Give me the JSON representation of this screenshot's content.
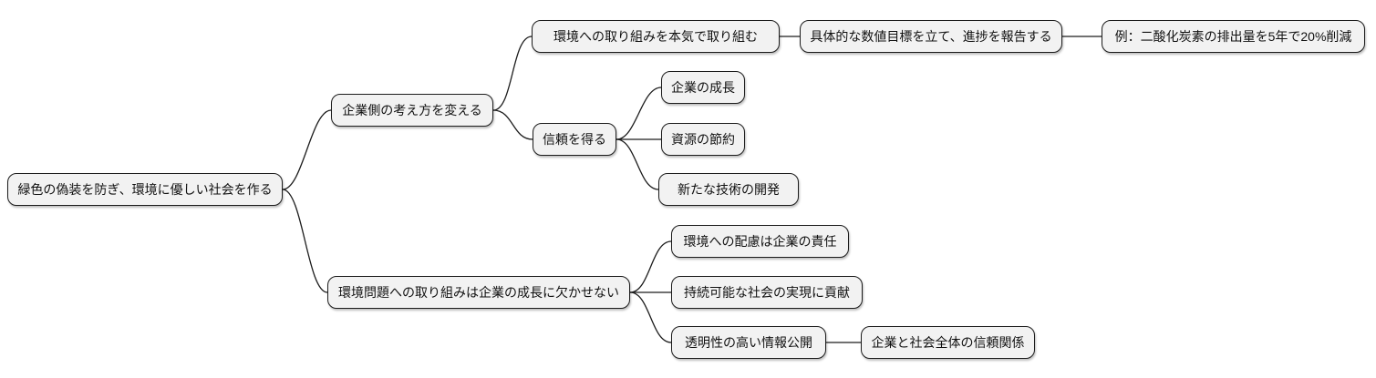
{
  "diagram": {
    "type": "mindmap",
    "direction": "left-to-right"
  },
  "colors": {
    "background": "#ffffff",
    "node_fill": "#f2f2f2",
    "node_border": "#1c1c1c",
    "edge": "#1c1c1c",
    "text": "#111111"
  },
  "nodes": {
    "root": {
      "label": "緑色の偽装を防ぎ、環境に優しい社会を作る"
    },
    "change_mindset": {
      "label": "企業側の考え方を変える"
    },
    "serious_efforts": {
      "label": "環境への取り組みを本気で取り組む"
    },
    "numeric_targets": {
      "label": "具体的な数値目標を立て、進捗を報告する"
    },
    "co2_example": {
      "label": "例：二酸化炭素の排出量を5年で20%削減"
    },
    "gain_trust": {
      "label": "信頼を得る"
    },
    "company_growth": {
      "label": "企業の成長"
    },
    "resource_saving": {
      "label": "資源の節約"
    },
    "new_technology": {
      "label": "新たな技術の開発"
    },
    "env_essential": {
      "label": "環境問題への取り組みは企業の成長に欠かせない"
    },
    "env_responsibility": {
      "label": "環境への配慮は企業の責任"
    },
    "sustainable_society": {
      "label": "持続可能な社会の実現に貢献"
    },
    "transparent_disclosure": {
      "label": "透明性の高い情報公開"
    },
    "trust_relationship": {
      "label": "企業と社会全体の信頼関係"
    }
  },
  "edges": [
    {
      "from": "root",
      "to": "change_mindset"
    },
    {
      "from": "root",
      "to": "env_essential"
    },
    {
      "from": "change_mindset",
      "to": "serious_efforts"
    },
    {
      "from": "change_mindset",
      "to": "gain_trust"
    },
    {
      "from": "serious_efforts",
      "to": "numeric_targets"
    },
    {
      "from": "numeric_targets",
      "to": "co2_example"
    },
    {
      "from": "gain_trust",
      "to": "company_growth"
    },
    {
      "from": "gain_trust",
      "to": "resource_saving"
    },
    {
      "from": "gain_trust",
      "to": "new_technology"
    },
    {
      "from": "env_essential",
      "to": "env_responsibility"
    },
    {
      "from": "env_essential",
      "to": "sustainable_society"
    },
    {
      "from": "env_essential",
      "to": "transparent_disclosure"
    },
    {
      "from": "transparent_disclosure",
      "to": "trust_relationship"
    }
  ]
}
